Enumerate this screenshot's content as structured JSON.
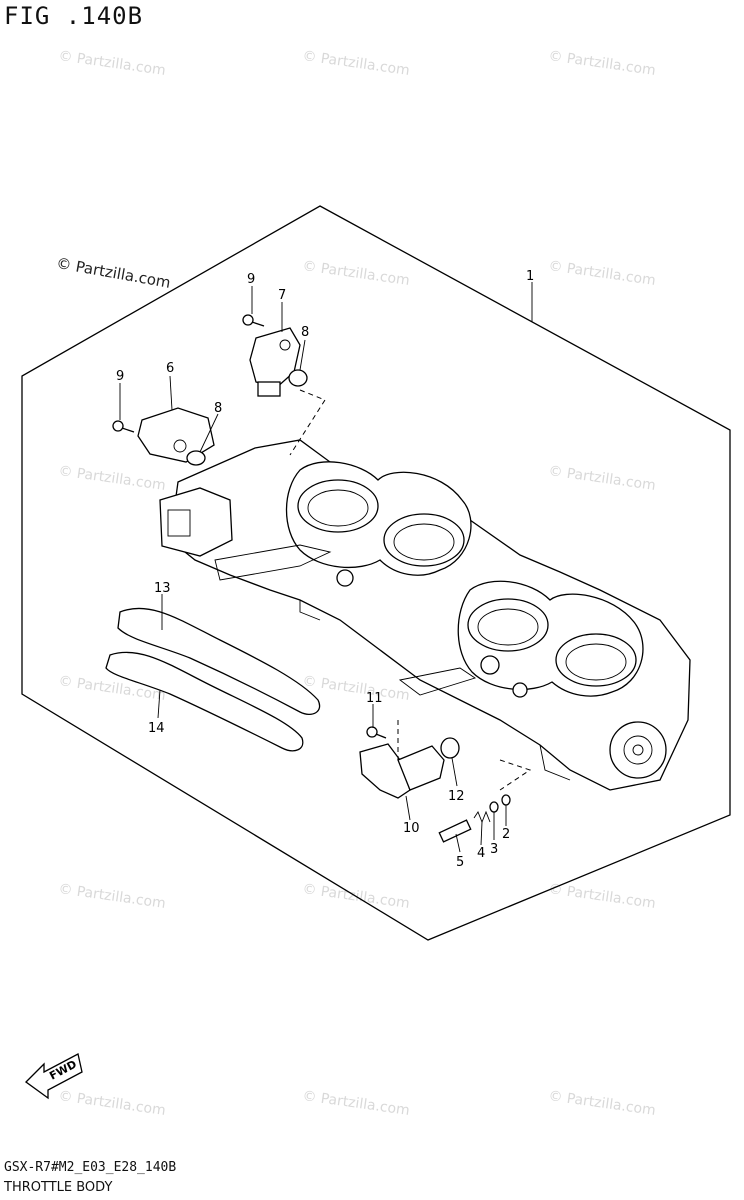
{
  "header": {
    "figure_title": "FIG .140B"
  },
  "watermark": {
    "text": "© Partzilla.com"
  },
  "brand": {
    "text": "© Partzilla.com"
  },
  "callouts": [
    {
      "id": "c1",
      "label": "1"
    },
    {
      "id": "c2",
      "label": "2"
    },
    {
      "id": "c3",
      "label": "3"
    },
    {
      "id": "c4",
      "label": "4"
    },
    {
      "id": "c5",
      "label": "5"
    },
    {
      "id": "c6",
      "label": "6"
    },
    {
      "id": "c7",
      "label": "7"
    },
    {
      "id": "c8a",
      "label": "8"
    },
    {
      "id": "c8b",
      "label": "8"
    },
    {
      "id": "c9a",
      "label": "9"
    },
    {
      "id": "c9b",
      "label": "9"
    },
    {
      "id": "c10",
      "label": "10"
    },
    {
      "id": "c11",
      "label": "11"
    },
    {
      "id": "c12",
      "label": "12"
    },
    {
      "id": "c13",
      "label": "13"
    },
    {
      "id": "c14",
      "label": "14"
    }
  ],
  "fwd": {
    "label": "FWD"
  },
  "footer": {
    "model_code": "GSX-R7#M2_E03_E28_140B",
    "section_name": "THROTTLE BODY"
  }
}
